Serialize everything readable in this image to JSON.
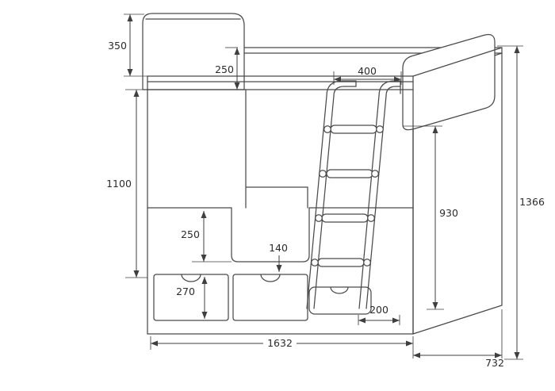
{
  "drawing": {
    "subject": "bunk-bed-with-ladder-and-drawers-technical-drawing",
    "background": "#ffffff",
    "line_color": "#4a4a4a",
    "dimension_color": "#3f3f3f",
    "text_color": "#2b2b2b"
  },
  "dims": {
    "headboard_height": "350",
    "upper_rail_height": "250",
    "ladder_opening_width": "400",
    "mid_section_height": "1100",
    "lower_front_height": "250",
    "rail_height": "140",
    "drawer_height": "270",
    "side_panel_height": "930",
    "overall_height": "1366",
    "overall_width": "1632",
    "overall_depth": "732",
    "step_depth": "200"
  }
}
